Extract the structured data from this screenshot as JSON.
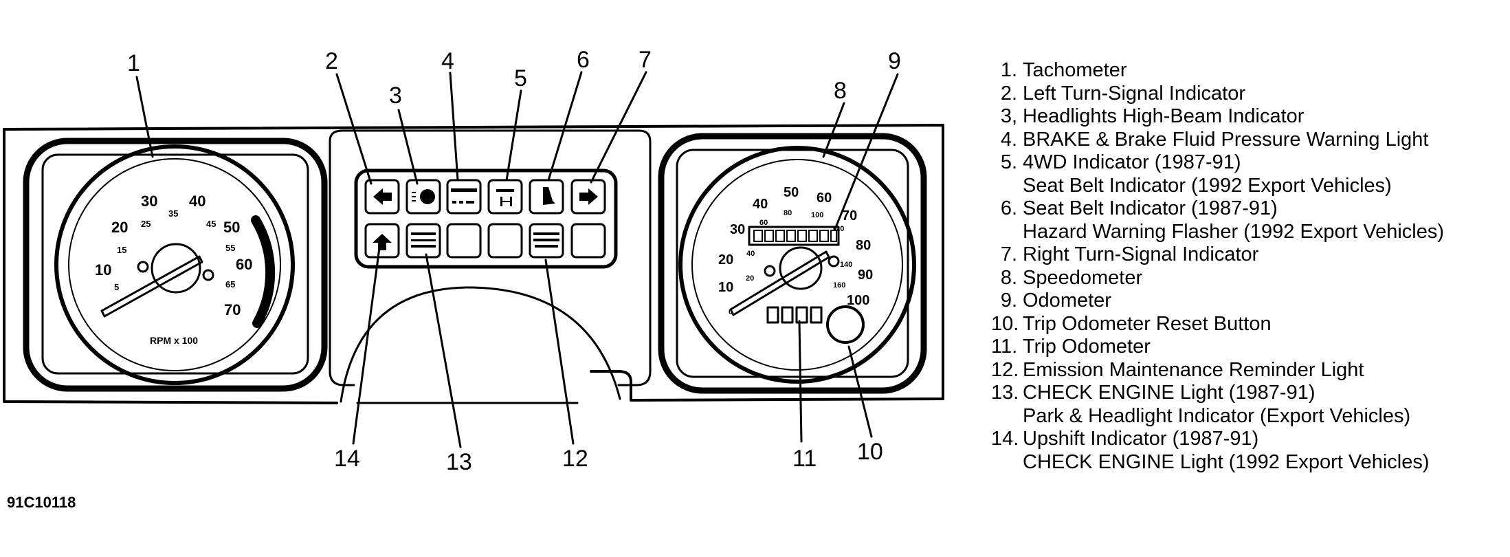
{
  "callouts": [
    "1",
    "2",
    "3",
    "4",
    "5",
    "6",
    "7",
    "8",
    "9",
    "10",
    "11",
    "12",
    "13",
    "14"
  ],
  "tachometer": {
    "ticks_major": [
      "10",
      "20",
      "30",
      "40",
      "50",
      "60",
      "70"
    ],
    "ticks_minor": [
      "5",
      "15",
      "25",
      "35",
      "45",
      "55",
      "65"
    ],
    "label": "RPM x 100"
  },
  "speedometer": {
    "ticks_major": [
      "10",
      "20",
      "30",
      "40",
      "50",
      "60",
      "70",
      "80",
      "90",
      "100"
    ],
    "ticks_minor": [
      "0",
      "20",
      "40",
      "60",
      "80",
      "100",
      "120",
      "140",
      "160"
    ]
  },
  "legend": [
    {
      "num": "1.",
      "lines": [
        "Tachometer"
      ]
    },
    {
      "num": "2.",
      "lines": [
        "Left Turn-Signal Indicator"
      ]
    },
    {
      "num": "3,",
      "lines": [
        "Headlights High-Beam Indicator"
      ]
    },
    {
      "num": "4.",
      "lines": [
        "BRAKE & Brake Fluid Pressure Warning Light"
      ]
    },
    {
      "num": "5.",
      "lines": [
        "4WD Indicator (1987-91)",
        "Seat Belt Indicator (1992 Export Vehicles)"
      ]
    },
    {
      "num": "6.",
      "lines": [
        "Seat Belt Indicator (1987-91)",
        "Hazard Warning Flasher (1992 Export Vehicles)"
      ]
    },
    {
      "num": "7.",
      "lines": [
        "Right Turn-Signal Indicator"
      ]
    },
    {
      "num": "8.",
      "lines": [
        "Speedometer"
      ]
    },
    {
      "num": "9.",
      "lines": [
        "Odometer"
      ]
    },
    {
      "num": "10.",
      "lines": [
        "Trip Odometer Reset Button"
      ]
    },
    {
      "num": "11.",
      "lines": [
        "Trip Odometer"
      ]
    },
    {
      "num": "12.",
      "lines": [
        "Emission Maintenance Reminder Light"
      ]
    },
    {
      "num": "13.",
      "lines": [
        "CHECK ENGINE Light (1987-91)",
        "Park & Headlight Indicator (Export Vehicles)"
      ]
    },
    {
      "num": "14.",
      "lines": [
        "Upshift Indicator (1987-91)",
        "CHECK ENGINE Light (1992 Export Vehicles)"
      ]
    }
  ],
  "figure_id": "91C10118"
}
